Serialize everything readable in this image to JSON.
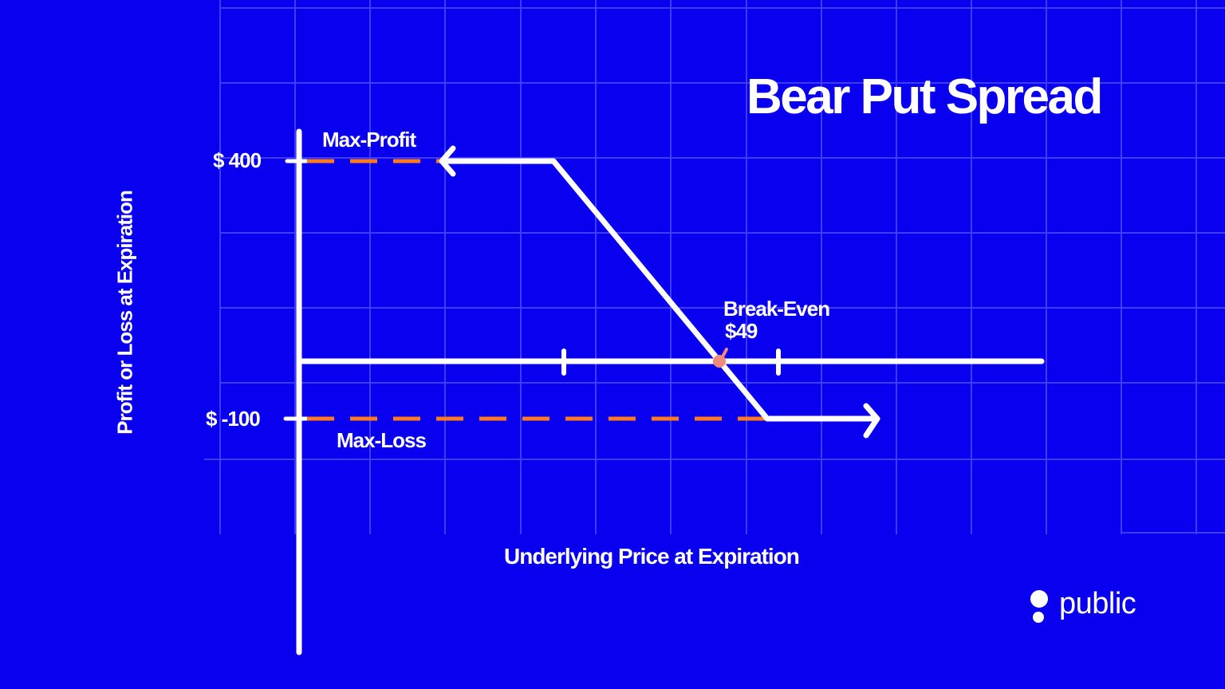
{
  "title": "Bear Put Spread",
  "y_axis_label": "Profit or Loss at Expiration",
  "x_axis_label": "Underlying Price at Expiration",
  "labels": {
    "max_profit": "Max-Profit",
    "max_loss": "Max-Loss",
    "break_even": "Break-Even",
    "break_even_value": "$49",
    "y_tick_high": "$ 400",
    "y_tick_low": "$ -100"
  },
  "logo": {
    "text": "public"
  },
  "colors": {
    "background": "#0a00f0",
    "grid": "#3f3cff",
    "line": "#ffffff",
    "dash": "#ff7a1a",
    "break_even_dot": "#f08a7a"
  },
  "chart_data": {
    "type": "line",
    "title": "Bear Put Spread",
    "xlabel": "Underlying Price at Expiration",
    "ylabel": "Profit or Loss at Expiration",
    "max_profit": 400,
    "max_loss": -100,
    "break_even": 49
  }
}
